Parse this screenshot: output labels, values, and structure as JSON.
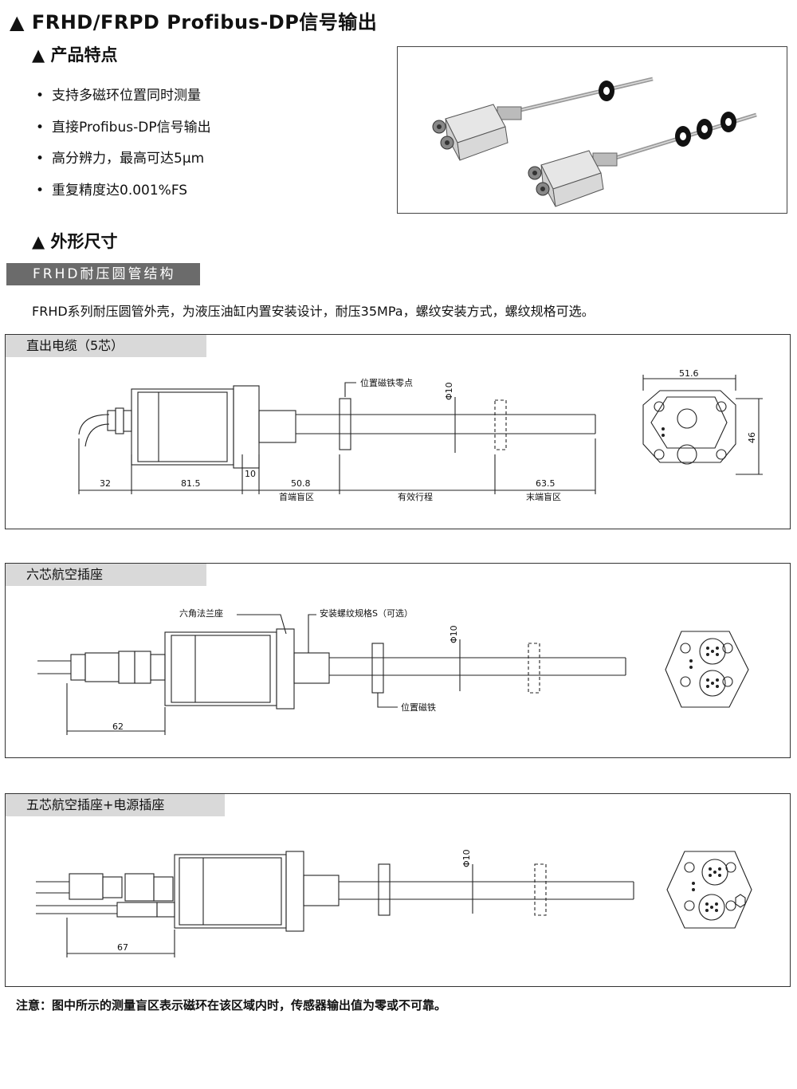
{
  "title": "▲ FRHD/FRPD Profibus-DP信号输出",
  "features": {
    "heading": "▲ 产品特点",
    "items": [
      "支持多磁环位置同时测量",
      "直接Profibus-DP信号输出",
      "高分辨力，最高可达5μm",
      "重复精度达0.001%FS"
    ]
  },
  "dimensions": {
    "heading": "▲ 外形尺寸",
    "banner": "FRHD耐压圆管结构",
    "description": "FRHD系列耐压圆管外壳，为液压油缸内置安装设计，耐压35MPa，螺纹安装方式，螺纹规格可选。"
  },
  "panels": [
    {
      "tab": "直出电缆（5芯）",
      "labels": {
        "magnet_zero": "位置磁铁零点",
        "diameter": "Φ10",
        "d32": "32",
        "d81": "81.5",
        "d10": "10",
        "d50": "50.8",
        "d63": "63.5",
        "head_zone": "首端盲区",
        "stroke": "有效行程",
        "tail_zone": "末端盲区",
        "w51": "51.6",
        "h46": "46"
      }
    },
    {
      "tab": "六芯航空插座",
      "labels": {
        "hex_flange": "六角法兰座",
        "thread": "安装螺纹规格S（可选）",
        "magnet": "位置磁铁",
        "diameter": "Φ10",
        "d62": "62"
      }
    },
    {
      "tab": "五芯航空插座+电源插座",
      "labels": {
        "diameter": "Φ10",
        "d67": "67"
      }
    }
  ],
  "note": "注意：图中所示的测量盲区表示磁环在该区域内时，传感器输出值为零或不可靠。"
}
